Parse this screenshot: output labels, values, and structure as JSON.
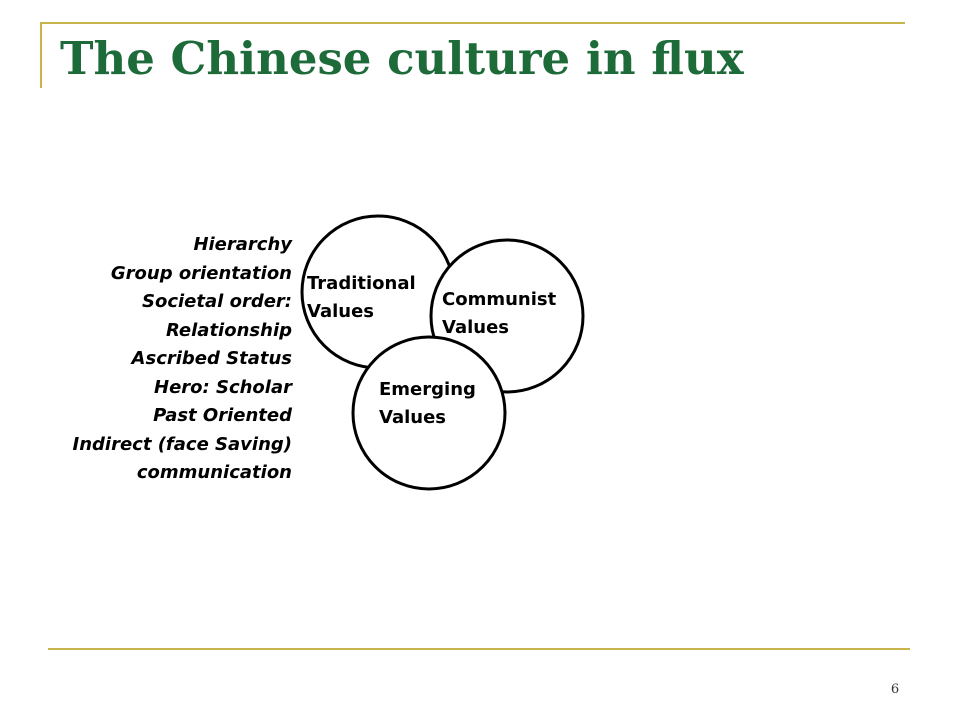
{
  "slide": {
    "title": "The Chinese culture in flux",
    "page_number": "6"
  },
  "traditional_values_list": [
    "Hierarchy",
    "Group orientation",
    "Societal order:",
    "Relationship",
    "Ascribed Status",
    "Hero: Scholar",
    "Past Oriented",
    "Indirect (face Saving)",
    "communication"
  ],
  "venn": {
    "traditional": {
      "line1": "Traditional",
      "line2": "Values"
    },
    "communist": {
      "line1": "Communist",
      "line2": "Values"
    },
    "emerging": {
      "line1": "Emerging",
      "line2": "Values"
    }
  },
  "colors": {
    "title": "#1e6b3a",
    "frame": "#c8b44a"
  }
}
